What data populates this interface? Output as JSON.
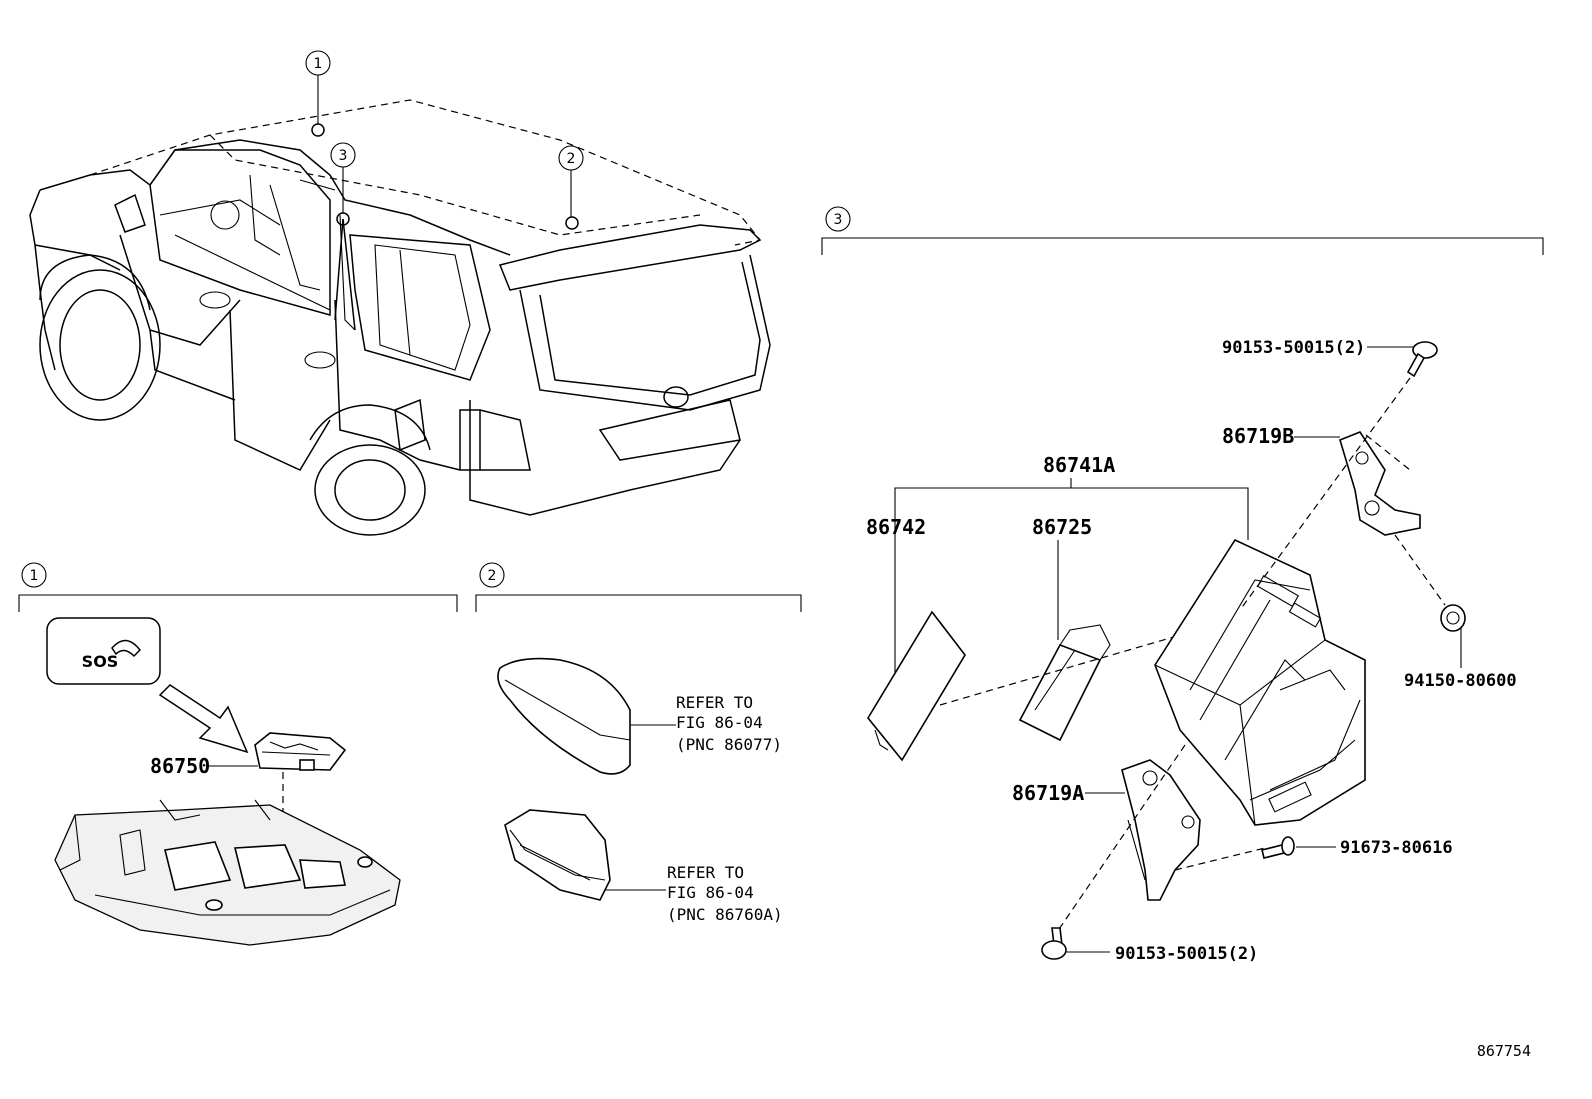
{
  "callouts": {
    "c1": "1",
    "c2": "2",
    "c3": "3"
  },
  "sections": {
    "s1": "1",
    "s2": "2",
    "s3": "3"
  },
  "sos_button": {
    "label": "SOS"
  },
  "parts": {
    "p86750": "86750",
    "p86741A": "86741A",
    "p86742": "86742",
    "p86725": "86725",
    "p86719B": "86719B",
    "p86719A": "86719A",
    "p90153_top": "90153-50015(2)",
    "p94150": "94150-80600",
    "p91673": "91673-80616",
    "p90153_bottom": "90153-50015(2)"
  },
  "refs": {
    "ref1": {
      "l1": "REFER TO",
      "l2": "FIG 86-04",
      "l3": "(PNC 86077)"
    },
    "ref2": {
      "l1": "REFER TO",
      "l2": "FIG 86-04",
      "l3": "(PNC 86760A)"
    }
  },
  "figure_id": "867754"
}
